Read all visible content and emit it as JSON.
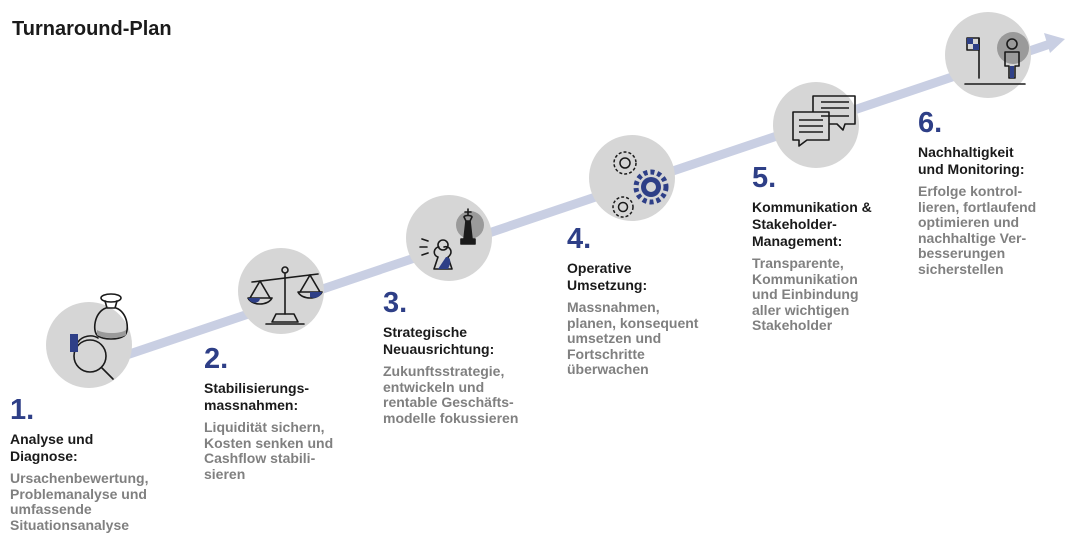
{
  "title": "Turnaround-Plan",
  "colors": {
    "accent": "#2e3f87",
    "arrow": "#c9cfe3",
    "circle": "#d6d6d6",
    "text": "#1a1a1a",
    "muted": "#808080"
  },
  "steps": [
    {
      "number": "1.",
      "heading": "Analyse und\nDiagnose:",
      "description": "Ursachenbewertung,\nProblemanalyse und\numfassende\nSituationsanalyse",
      "icon": "money-bag-magnifier-icon"
    },
    {
      "number": "2.",
      "heading": "Stabilisierungs-\nmassnahmen:",
      "description": "Liquidität sichern,\nKosten senken und\nCashflow stabili-\nsieren",
      "icon": "balance-scale-icon"
    },
    {
      "number": "3.",
      "heading": "Strategische\nNeuausrichtung:",
      "description": "Zukunftsstrategie,\nentwickeln und\nrentable Geschäfts-\nmodelle fokussieren",
      "icon": "chess-pieces-icon"
    },
    {
      "number": "4.",
      "heading": "Operative\nUmsetzung:",
      "description": "Massnahmen,\nplanen, konsequent\numsetzen und\nFortschritte\nüberwachen",
      "icon": "gears-icon"
    },
    {
      "number": "5.",
      "heading": "Kommunikation &\nStakeholder-\nManagement:",
      "description": "Transparente,\nKommunikation\nund Einbindung\naller wichtigen\nStakeholder",
      "icon": "speech-bubbles-icon"
    },
    {
      "number": "6.",
      "heading": "Nachhaltigkeit\nund Monitoring:",
      "description": "Erfolge kontrol-\nlieren, fortlaufend\noptimieren und\nnachhaltige Ver-\nbesserungen\nsicherstellen",
      "icon": "goal-flag-person-icon"
    }
  ]
}
